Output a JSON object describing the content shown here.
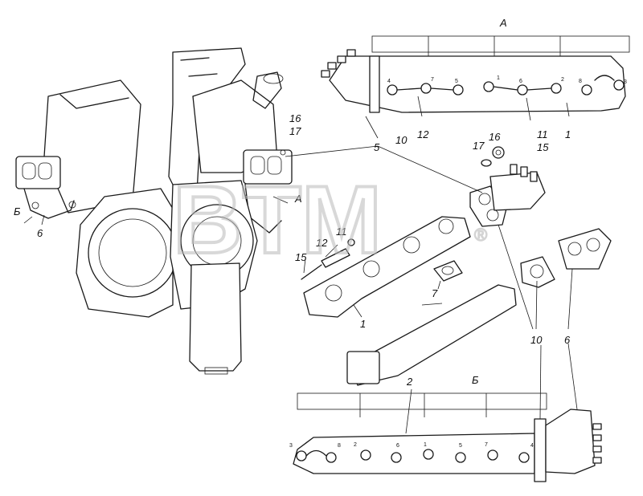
{
  "watermark": {
    "text": "BTM",
    "mark": "®"
  },
  "views": {
    "a": "А",
    "b": "Б"
  },
  "callouts": {
    "p1": "1",
    "p2": "2",
    "p5": "5",
    "p6": "6",
    "p7": "7",
    "p10": "10",
    "p11": "11",
    "p12": "12",
    "p15": "15",
    "p16": "16",
    "p17": "17"
  },
  "order_a": [
    "4",
    "7",
    "5",
    "1",
    "6",
    "2",
    "8",
    "3"
  ],
  "order_b": [
    "3",
    "8",
    "2",
    "6",
    "1",
    "5",
    "7",
    "4"
  ]
}
